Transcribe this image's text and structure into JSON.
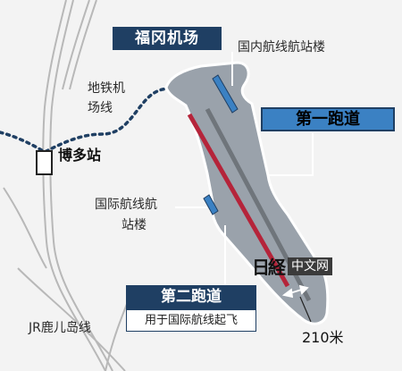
{
  "map": {
    "title": "福冈机场",
    "terminals": {
      "domestic": "国内航线航站楼",
      "international": [
        "国际航线航",
        "站楼"
      ]
    },
    "subway": [
      "地铁机",
      "场线"
    ],
    "station": "博多站",
    "rail_line": "JR鹿儿岛线",
    "runway1": {
      "label": "第一跑道"
    },
    "runway2": {
      "label": "第二跑道",
      "note": "用于国际航线起飞"
    },
    "separation": "210米",
    "watermark": {
      "mark": "日経",
      "text": "中文网"
    },
    "colors": {
      "title_bg": "#1f3f63",
      "runway1_box": "#3b81c3",
      "runway2_line": "#b5243a",
      "airport_area": "#9aa2ab",
      "terminal": "#3b81c3",
      "rail": "#b8b8b8",
      "subway": "#1f3f63"
    }
  }
}
